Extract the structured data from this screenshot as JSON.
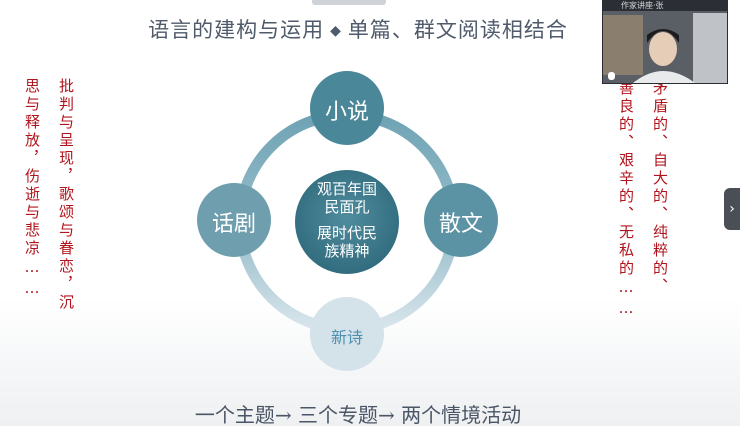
{
  "slide": {
    "title_part1": "语言的建构与运用",
    "title_sep": "◆",
    "title_part2": "单篇、群文阅读相结合",
    "left_col1": "思与释放，伤逝与悲凉……",
    "left_col2": "批判与呈现，歌颂与眷恋，沉",
    "right_col1": "善良的、艰辛的、无私的……",
    "right_col2": "矛盾的、自大的、纯粹的、",
    "center_line1": "观百年国",
    "center_line2": "民面孔",
    "center_line3": "展时代民",
    "center_line4": "族精神",
    "node_top": "小说",
    "node_right": "散文",
    "node_bottom": "新诗",
    "node_left": "话剧",
    "footer": "一个主题→ 三个专题→ 两个情境活动"
  },
  "video": {
    "name_label": "作家讲座·张"
  },
  "handle": {
    "icon": "chevron-right-icon",
    "glyph": "›"
  },
  "colors": {
    "title": "#4f5a6a",
    "red_text": "#b0141c",
    "node_dark": "#3f7d8e",
    "node_light": "#d6e3ea"
  }
}
